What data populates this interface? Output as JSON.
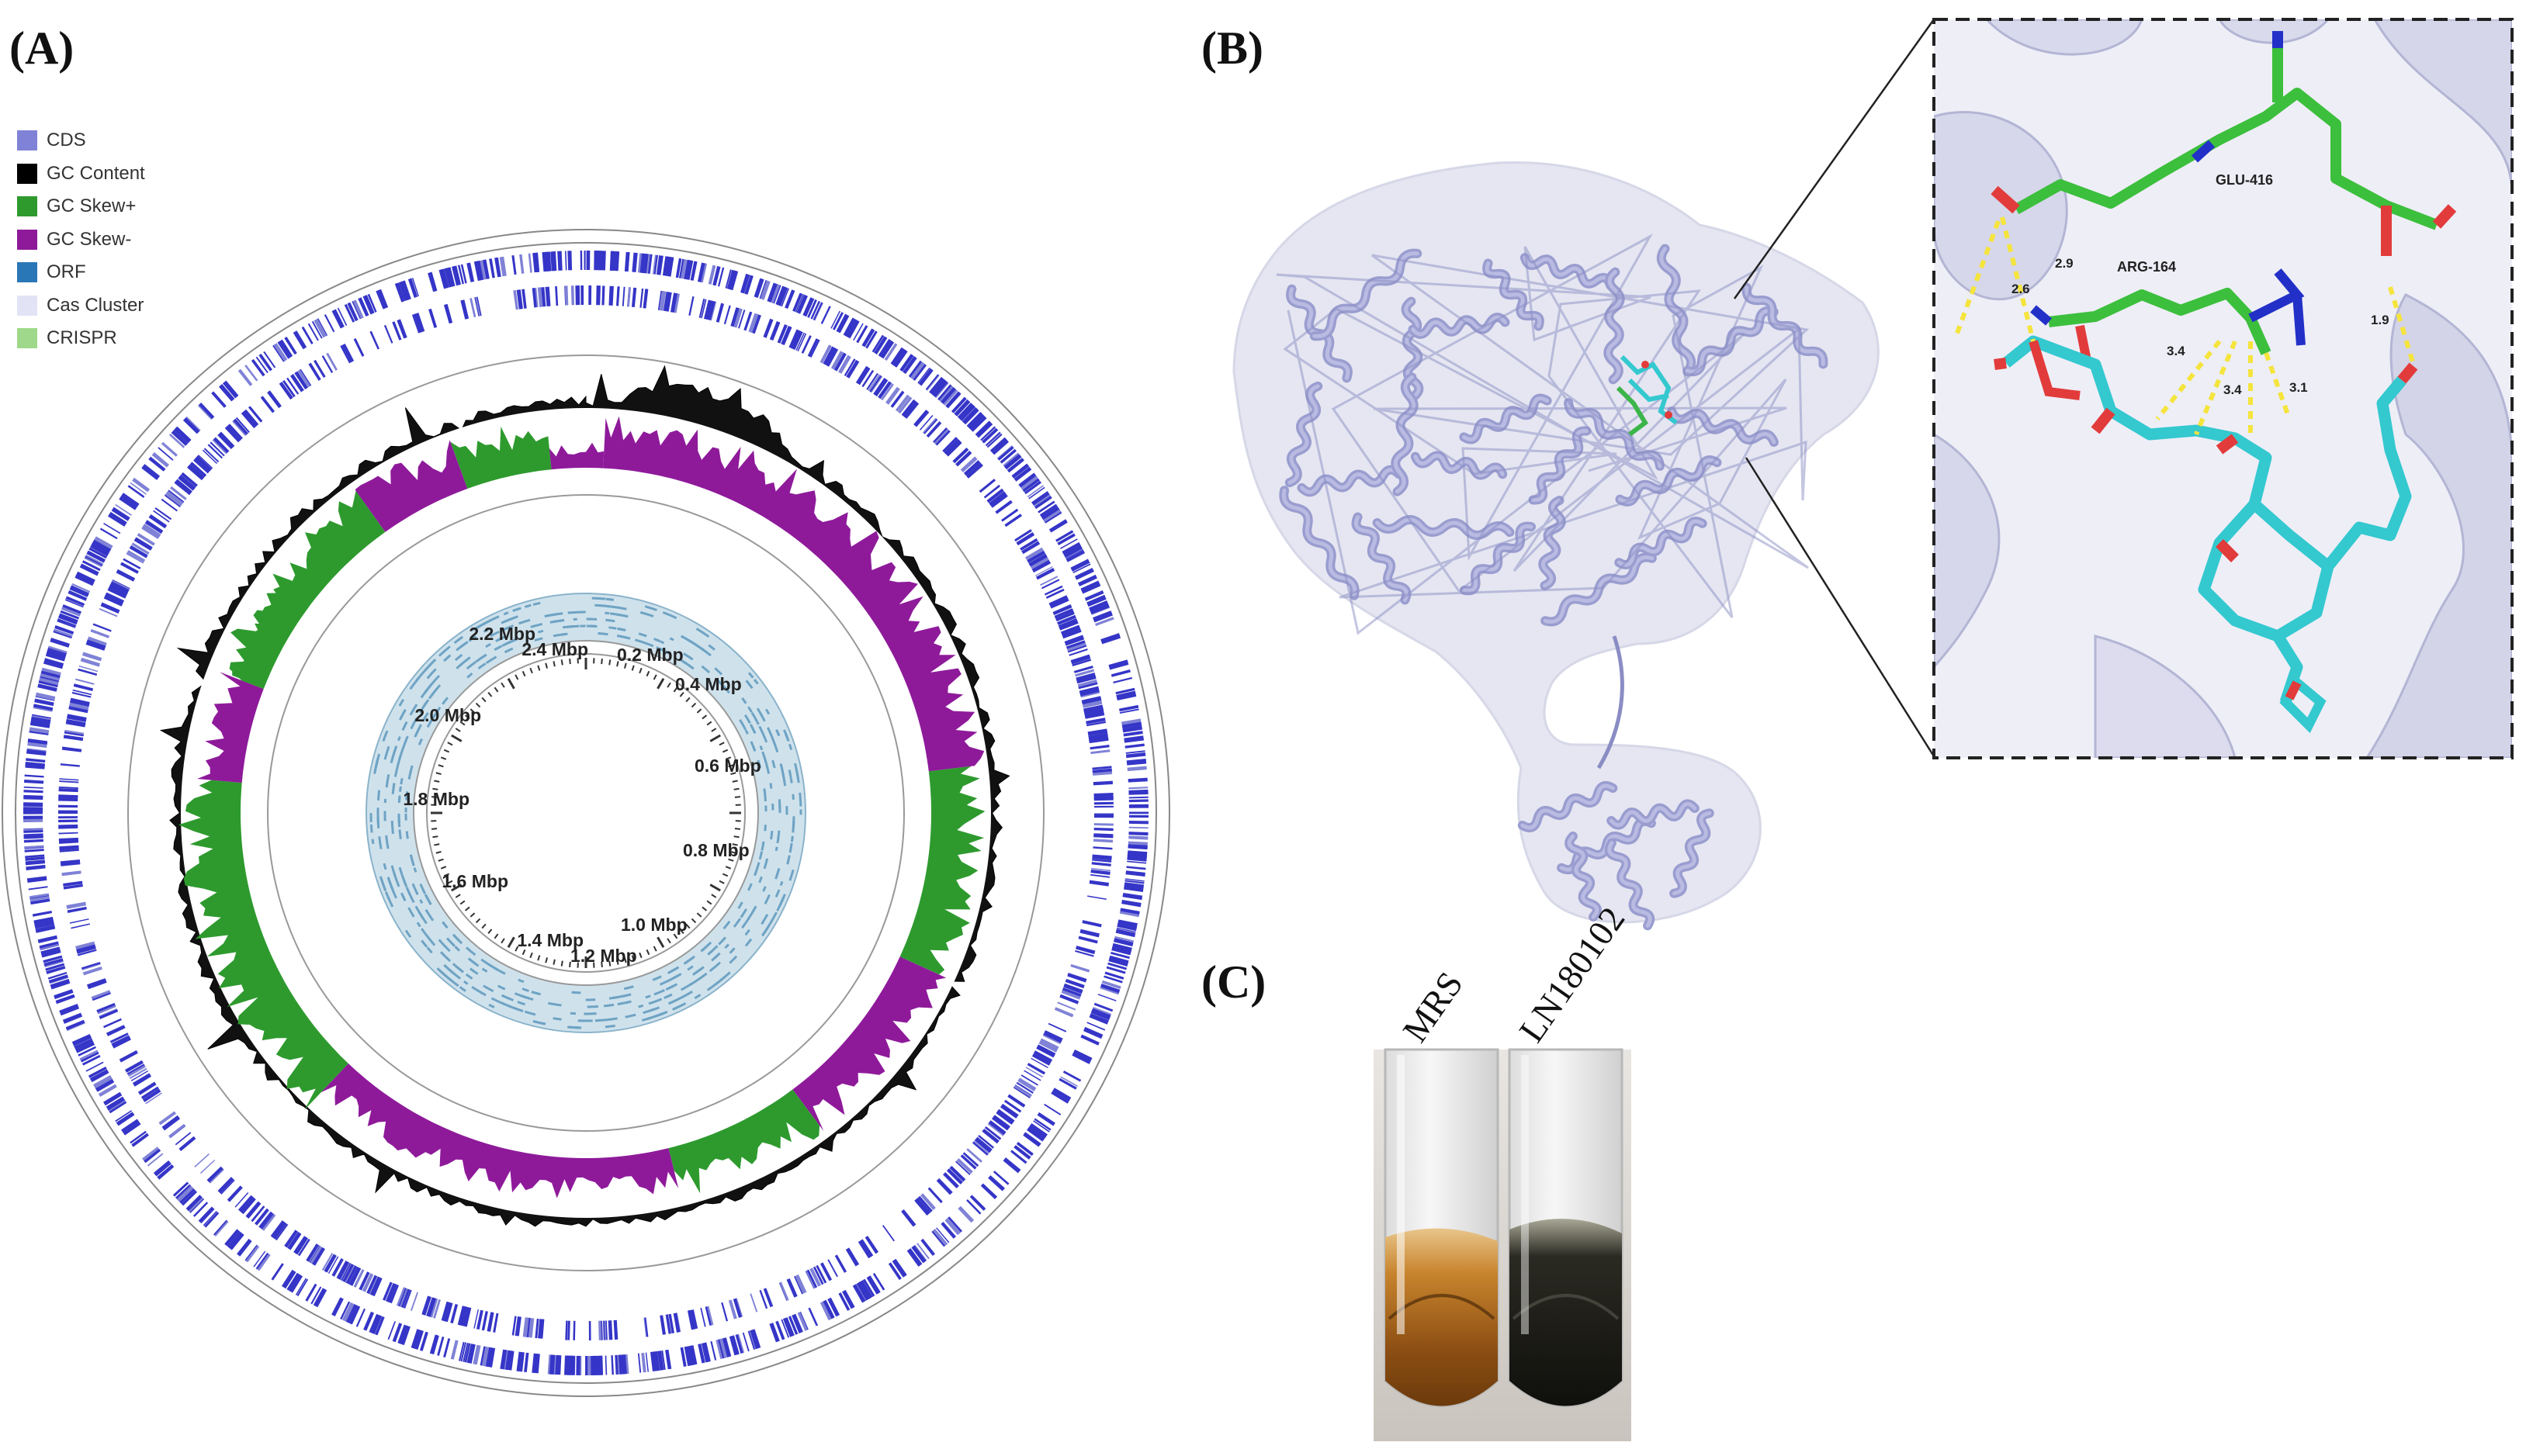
{
  "panels": {
    "a_label": "(A)",
    "b_label": "(B)",
    "c_label": "(C)"
  },
  "legend": [
    {
      "label": "CDS",
      "color": "#7f82d6"
    },
    {
      "label": "GC Content",
      "color": "#000000"
    },
    {
      "label": "GC Skew+",
      "color": "#2e9a2e"
    },
    {
      "label": "GC Skew-",
      "color": "#8e1a9a"
    },
    {
      "label": "ORF",
      "color": "#2a77b7"
    },
    {
      "label": "Cas Cluster",
      "color": "#e2e3f5"
    },
    {
      "label": "CRISPR",
      "color": "#9fd88a"
    }
  ],
  "genome_map": {
    "scale_labels": [
      "2.4 Mbp",
      "0.2 Mbp",
      "0.4 Mbp",
      "0.6 Mbp",
      "0.8 Mbp",
      "1.0 Mbp",
      "1.2 Mbp",
      "1.4 Mbp",
      "1.6 Mbp",
      "1.8 Mbp",
      "2.0 Mbp",
      "2.2 Mbp"
    ]
  },
  "docking": {
    "residues": [
      "GLU-416",
      "ARG-164"
    ],
    "distances": [
      "2.9",
      "2.6",
      "3.4",
      "3.4",
      "3.1",
      "1.9"
    ]
  },
  "tubes": {
    "labels": [
      "MRS",
      "LN180102"
    ]
  }
}
